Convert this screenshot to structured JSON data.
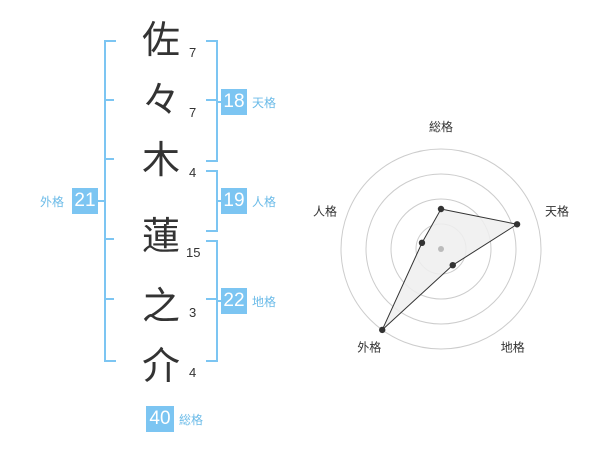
{
  "name": {
    "chars": [
      {
        "char": "佐",
        "strokes": "7"
      },
      {
        "char": "々",
        "strokes": "7"
      },
      {
        "char": "木",
        "strokes": "4"
      },
      {
        "char": "蓮",
        "strokes": "15"
      },
      {
        "char": "之",
        "strokes": "3"
      },
      {
        "char": "介",
        "strokes": "4"
      }
    ]
  },
  "kakusu": {
    "tenkaku": {
      "label": "天格",
      "value": "18"
    },
    "jinkaku": {
      "label": "人格",
      "value": "19"
    },
    "chikaku": {
      "label": "地格",
      "value": "22"
    },
    "gaikaku": {
      "label": "外格",
      "value": "21"
    },
    "soukaku": {
      "label": "総格",
      "value": "40"
    }
  },
  "colors": {
    "accent": "#7cc5f2",
    "accent_text": "#6bbbe8",
    "radar_fill": "#eeeeee",
    "ring": "#cccccc"
  },
  "chart_data": {
    "type": "radar",
    "axes": [
      "総格",
      "天格",
      "地格",
      "外格",
      "人格"
    ],
    "series": [
      {
        "values": [
          2,
          4,
          1,
          5,
          1
        ]
      }
    ],
    "rlim": [
      0,
      5
    ],
    "rings": 4
  }
}
